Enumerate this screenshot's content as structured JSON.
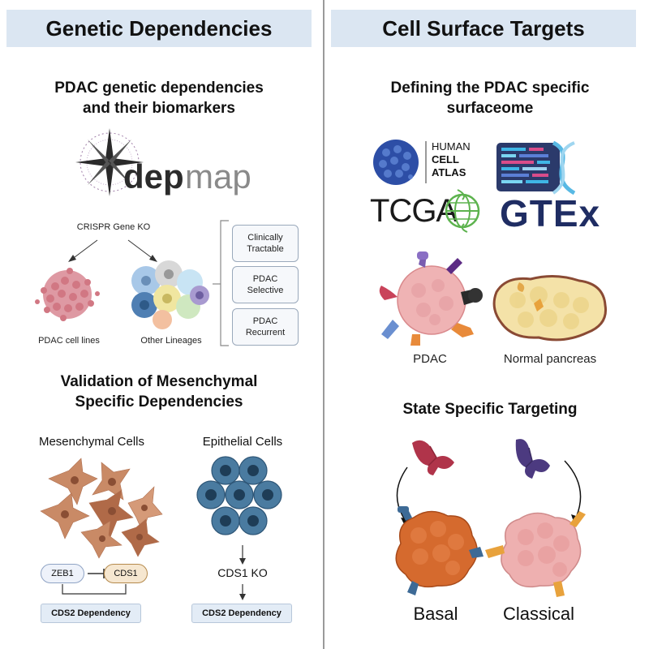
{
  "left": {
    "header": "Genetic Dependencies",
    "heading1_line1": "PDAC genetic dependencies",
    "heading1_line2": "and their biomarkers",
    "depmap_logo_dep": "dep",
    "depmap_logo_map": "map",
    "crispr_label": "CRISPR Gene KO",
    "pdac_lines_label": "PDAC cell lines",
    "other_lineages_label": "Other Lineages",
    "cards": [
      {
        "line1": "Clinically",
        "line2": "Tractable"
      },
      {
        "line1": "PDAC",
        "line2": "Selective"
      },
      {
        "line1": "PDAC",
        "line2": "Recurrent"
      }
    ],
    "heading2_line1": "Validation of Mesenchymal",
    "heading2_line2": "Specific Dependencies",
    "mesenchymal_title": "Mesenchymal Cells",
    "epithelial_title": "Epithelial Cells",
    "zeb1": "ZEB1",
    "cds1": "CDS1",
    "cds1_ko": "CDS1 KO",
    "cds2_dep_left": "CDS2 Dependency",
    "cds2_dep_right": "CDS2 Dependency"
  },
  "right": {
    "header": "Cell Surface Targets",
    "heading1_line1": "Defining the PDAC specific",
    "heading1_line2": "surfaceome",
    "hca_line1": "HUMAN",
    "hca_line2": "CELL",
    "hca_line3": "ATLAS",
    "tcga": "TCGA",
    "gtex": "GTEx",
    "pdac_label": "PDAC",
    "normal_label": "Normal pancreas",
    "heading2": "State Specific Targeting",
    "basal_label": "Basal",
    "classical_label": "Classical"
  },
  "colors": {
    "header_bg": "#dbe6f2",
    "mesenchymal": "#c98a66",
    "epithelial": "#3f6f93",
    "basal": "#d56a2e",
    "classical": "#eeb0b0",
    "antibody_red": "#b0344a",
    "antibody_purple": "#4c3a80"
  }
}
